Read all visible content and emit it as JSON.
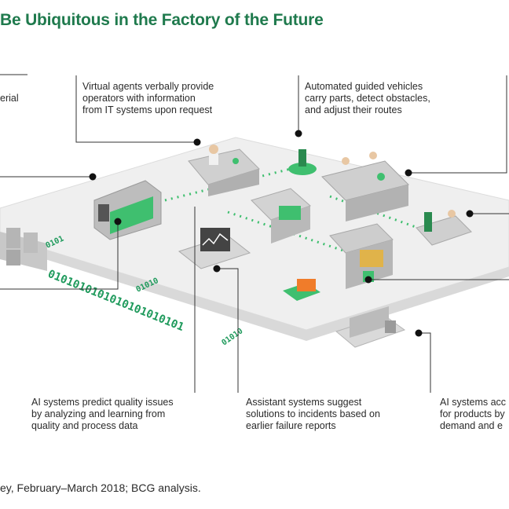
{
  "title": "Be Ubiquitous in the Factory of the Future",
  "callouts": {
    "left_top": "erial",
    "virtual_agents": "Virtual agents verbally provide\noperators with information\nfrom IT systems upon request",
    "agv": "Automated guided vehicles\ncarry parts, detect obstacles,\nand adjust their routes",
    "ai_quality": "AI systems predict quality issues\nby analyzing and learning from\nquality and process data",
    "assistant": "Assistant systems suggest\nsolutions to incidents based on\nearlier failure reports",
    "ai_right": "AI systems acc\nfor products by\ndemand and e"
  },
  "binary_strings": {
    "main": "0101010101010101010101",
    "side_a": "01010",
    "side_b": "01010",
    "side_c": "0101"
  },
  "source": "ey, February–March 2018; BCG analysis.",
  "colors": {
    "brand_green": "#1f7a4d",
    "accent_green": "#29b35f",
    "floor": "#eeeeee",
    "machine_gray": "#a9a9a9"
  }
}
